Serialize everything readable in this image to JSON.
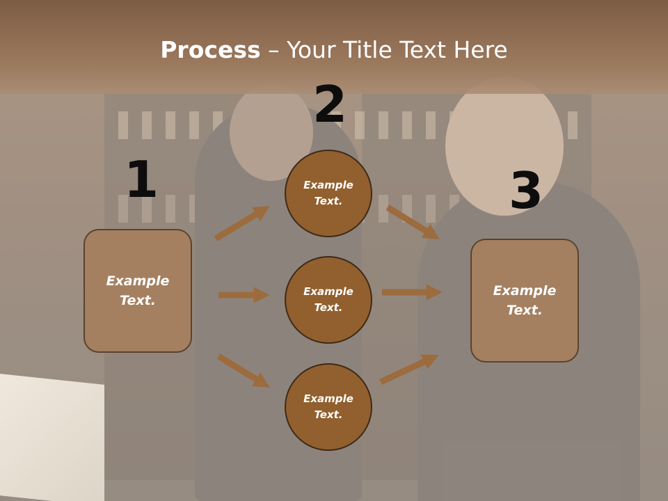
{
  "title": {
    "strong": "Process",
    "rest": " – Your Title Text Here"
  },
  "steps": {
    "one": "1",
    "two": "2",
    "three": "3"
  },
  "nodes": {
    "left_box": "Example\nText.",
    "circle_top": "Example\nText.",
    "circle_middle": "Example\nText.",
    "circle_bottom": "Example\nText.",
    "right_box": "Example\nText."
  },
  "colors": {
    "box_fill": "#a48060",
    "circle_fill": "#925f2e",
    "arrow": "#9c6b3e",
    "title_bar": "#8a674d"
  }
}
